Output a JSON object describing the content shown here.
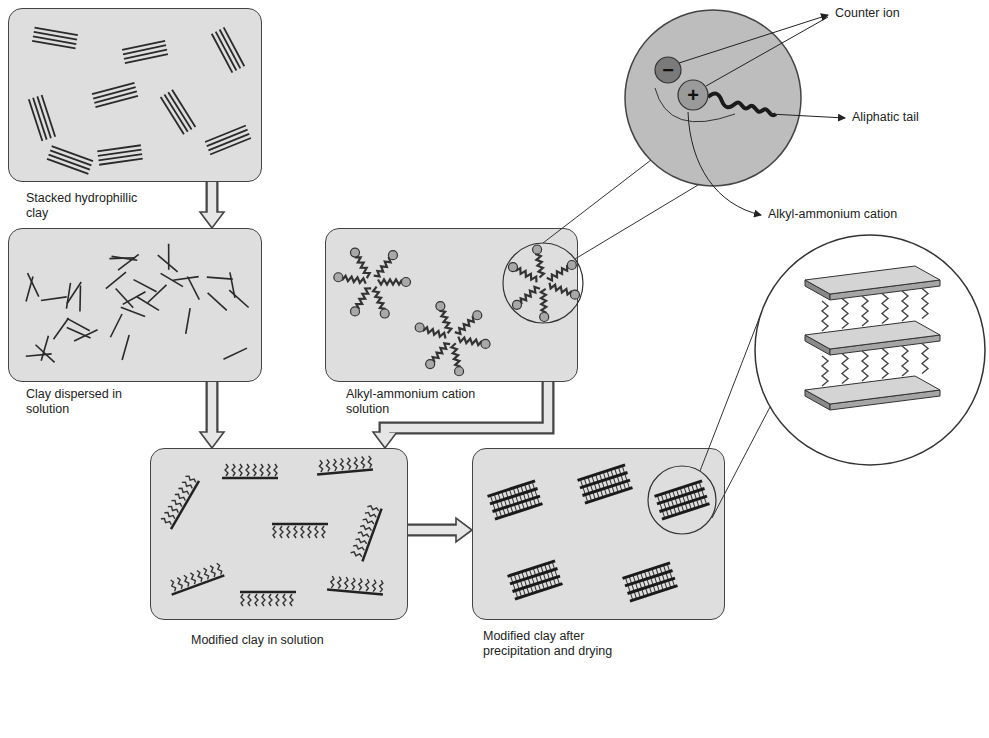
{
  "diagram": {
    "nodes": [
      {
        "text": [
          "Stacked hydrophillic clay"
        ]
      },
      {
        "text": [
          "Clay dispersed in solution"
        ]
      },
      {
        "text": [
          "Alkyl-ammonium cation solution"
        ]
      },
      {
        "text": [
          "Modified clay in solution"
        ]
      },
      {
        "text": [
          "Modified clay after precipitation and drying"
        ]
      }
    ],
    "edges": [
      {
        "from": 0,
        "to": 1,
        "arrow": "to"
      },
      {
        "from": 1,
        "to": 3,
        "arrow": "to"
      },
      {
        "from": 2,
        "to": 3,
        "arrow": "to"
      },
      {
        "from": 3,
        "to": 4,
        "arrow": "to"
      }
    ],
    "labels": [
      "Counter ion",
      "Aliphatic tail",
      "Alkyl-ammonium cation",
      "−",
      "+"
    ]
  }
}
